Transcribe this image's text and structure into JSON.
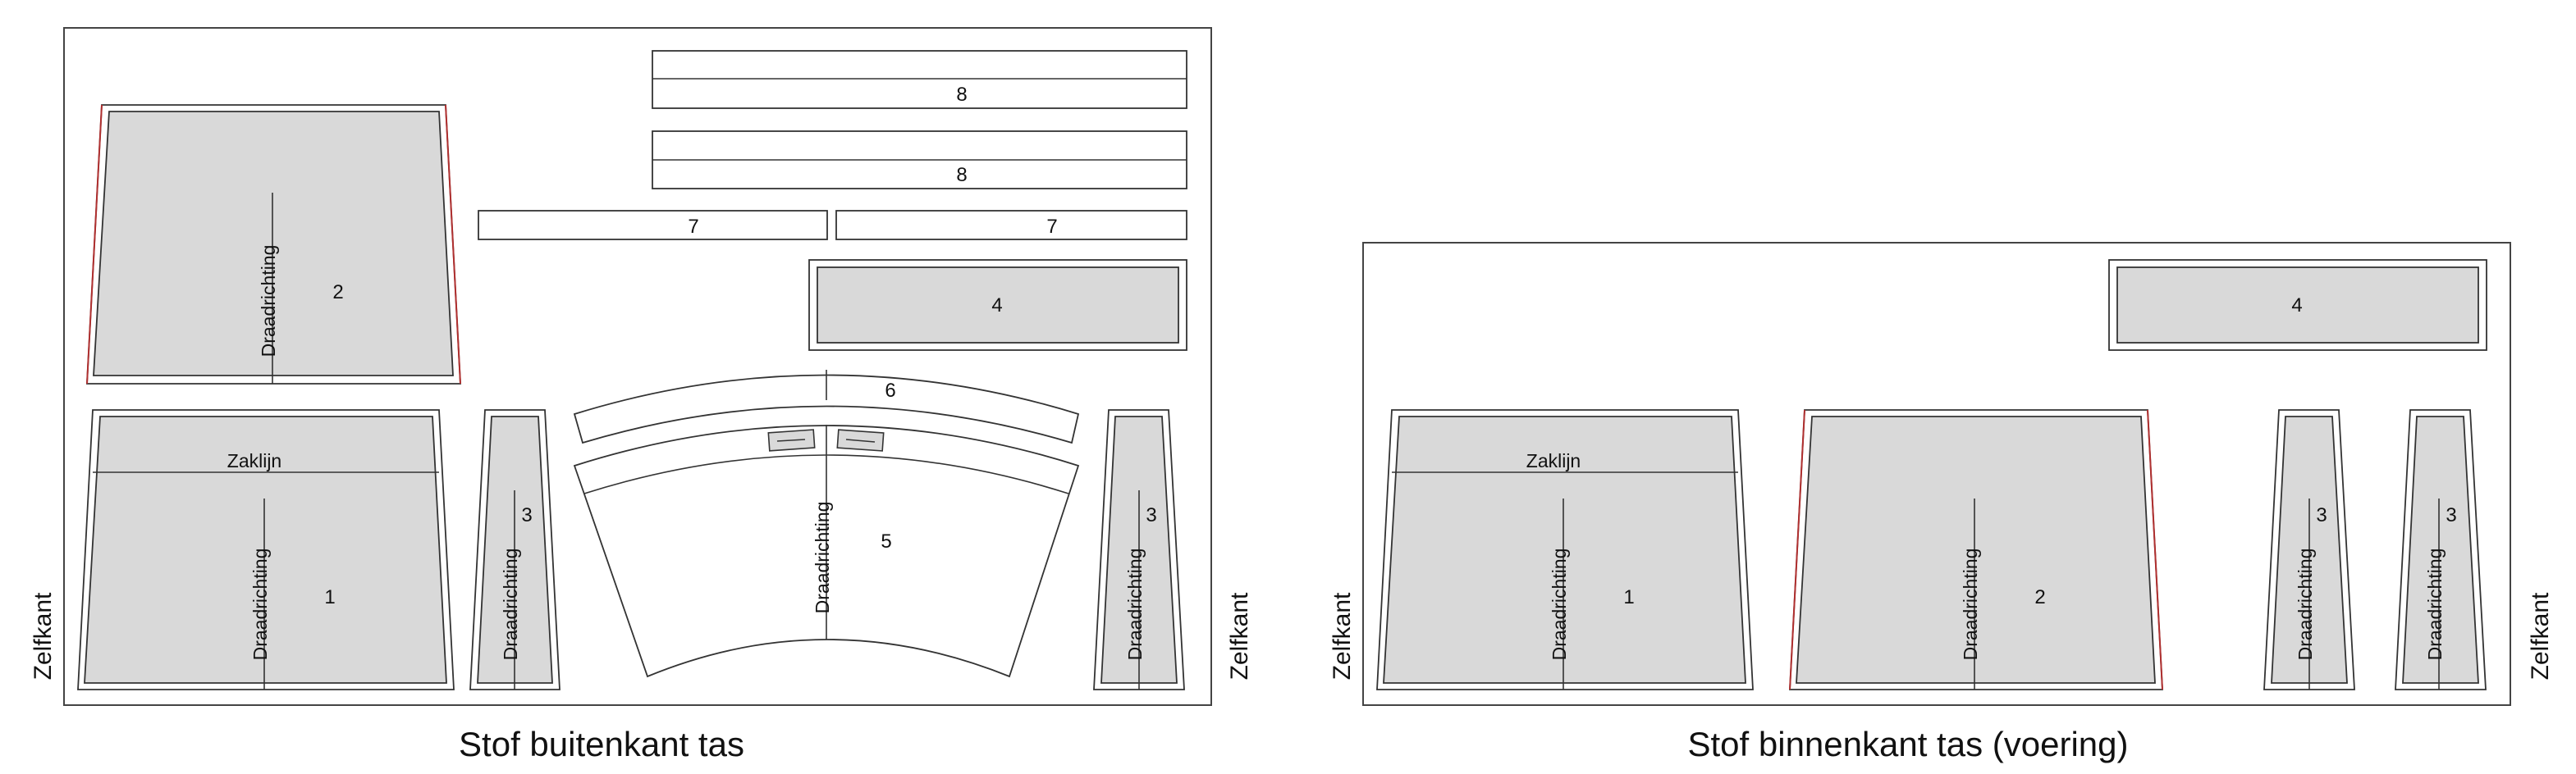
{
  "labels": {
    "grain": "Draadrichting",
    "fold_line": "Zaklijn",
    "selvage": "Zelfkant"
  },
  "boards": [
    {
      "caption": "Stof buitenkant tas",
      "pieces": {
        "p8a": "8",
        "p8b": "8",
        "p7a": "7",
        "p7b": "7",
        "p4": "4",
        "p2": "2",
        "p1": "1",
        "p3a": "3",
        "p6": "6",
        "p5": "5",
        "p3b": "3"
      }
    },
    {
      "caption": "Stof binnenkant tas (voering)",
      "pieces": {
        "p4": "4",
        "p1": "1",
        "p2": "2",
        "p3a": "3",
        "p3b": "3"
      }
    }
  ]
}
